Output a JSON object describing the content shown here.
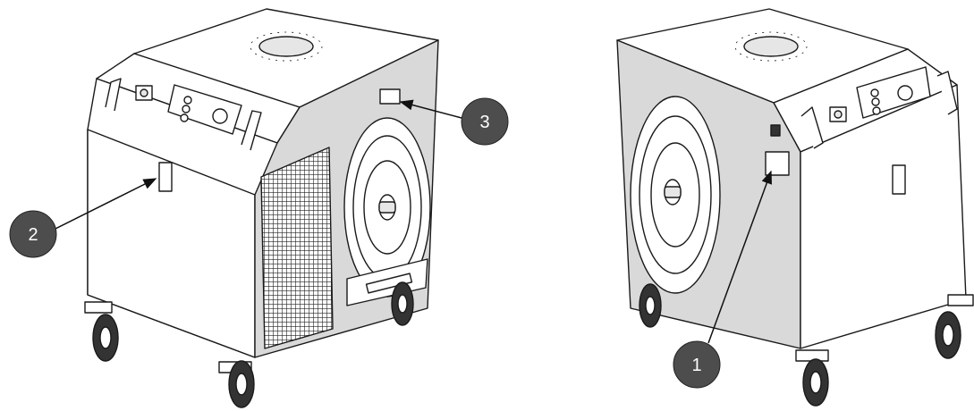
{
  "colors": {
    "outline": "#1a1a1a",
    "panel_white": "#ffffff",
    "panel_grey": "#d9d9d9",
    "callout_fill": "#4d4d4d",
    "callout_text": "#ffffff",
    "grille": "#222222"
  },
  "callouts": [
    {
      "id": "callout-1",
      "label": "1"
    },
    {
      "id": "callout-2",
      "label": "2"
    },
    {
      "id": "callout-3",
      "label": "3"
    }
  ]
}
